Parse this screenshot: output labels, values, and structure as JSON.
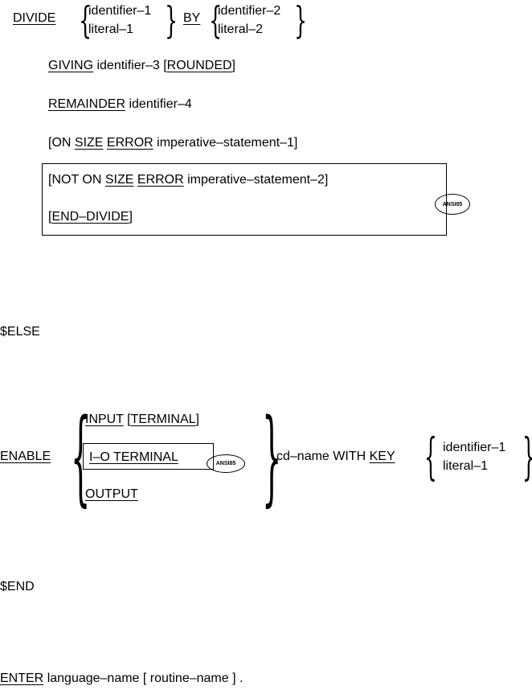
{
  "divide": {
    "verb": "DIVIDE",
    "choice1": [
      "identifier–1",
      "literal–1"
    ],
    "by": "BY",
    "choice2": [
      "identifier–2",
      "literal–2"
    ],
    "giving_kw": "GIVING",
    "giving_id": "identifier–3",
    "lbr1": "[",
    "rounded": "ROUNDED",
    "rbr1": "]",
    "remainder_kw": "REMAINDER",
    "remainder_id": "identifier–4",
    "on_size_open": "[ON",
    "size": "SIZE",
    "error": "ERROR",
    "imperative1": "imperative–statement–1]",
    "not_open": "[NOT",
    "not_on": "ON",
    "not_size": "SIZE",
    "not_error": "ERROR",
    "imperative2": "imperative–statement–2]",
    "end_open": "[",
    "end_divide": "END–DIVIDE",
    "end_close": "]",
    "badge": "ANSI85"
  },
  "else_directive": "$ELSE",
  "enable": {
    "verb": "ENABLE",
    "input": "INPUT",
    "terminal_open": "[",
    "terminal": "TERMINAL",
    "terminal_close": "]",
    "io_terminal": "I–O TERMINAL",
    "badge": "ANSI85",
    "output": "OUTPUT",
    "cd_name": "cd–name WITH",
    "key": "KEY",
    "choice": [
      "identifier–1",
      "literal–1"
    ]
  },
  "end_directive": "$END",
  "enter": {
    "verb": "ENTER",
    "rest": "language–name [ routine–name ] ."
  }
}
